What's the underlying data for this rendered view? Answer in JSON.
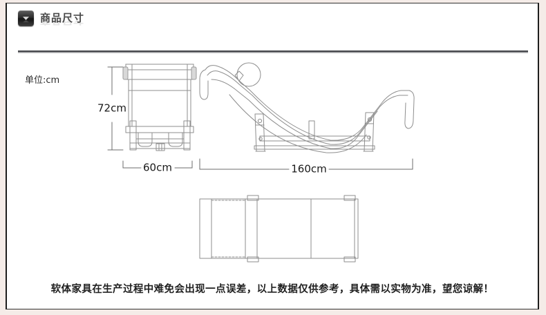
{
  "header": {
    "title": "商品尺寸",
    "icon": "chevron-down-icon"
  },
  "unit": {
    "label": "单位:cm"
  },
  "dimensions": {
    "height": "72cm",
    "width": "60cm",
    "length": "160cm"
  },
  "views": {
    "front_view_name": "front-elevation-chaise-lounge",
    "side_view_name": "side-profile-chaise-longue",
    "top_view_name": "top-view-chaise-longue"
  },
  "disclaimer": {
    "text": "软体家具在生产过程中难免会出现一点误差，以上数据仅供参考，具体需以实物为准，望您谅解！"
  },
  "colors": {
    "page_background": "#f5ece8",
    "card_background": "#ffffff",
    "card_border": "#1d1d1d",
    "rule": "#55565a",
    "title_text": "#4a4a4a",
    "drawing_line": "#8d8d8d",
    "dimension_line": "#6b6b6b",
    "text": "#1a1a1a"
  }
}
